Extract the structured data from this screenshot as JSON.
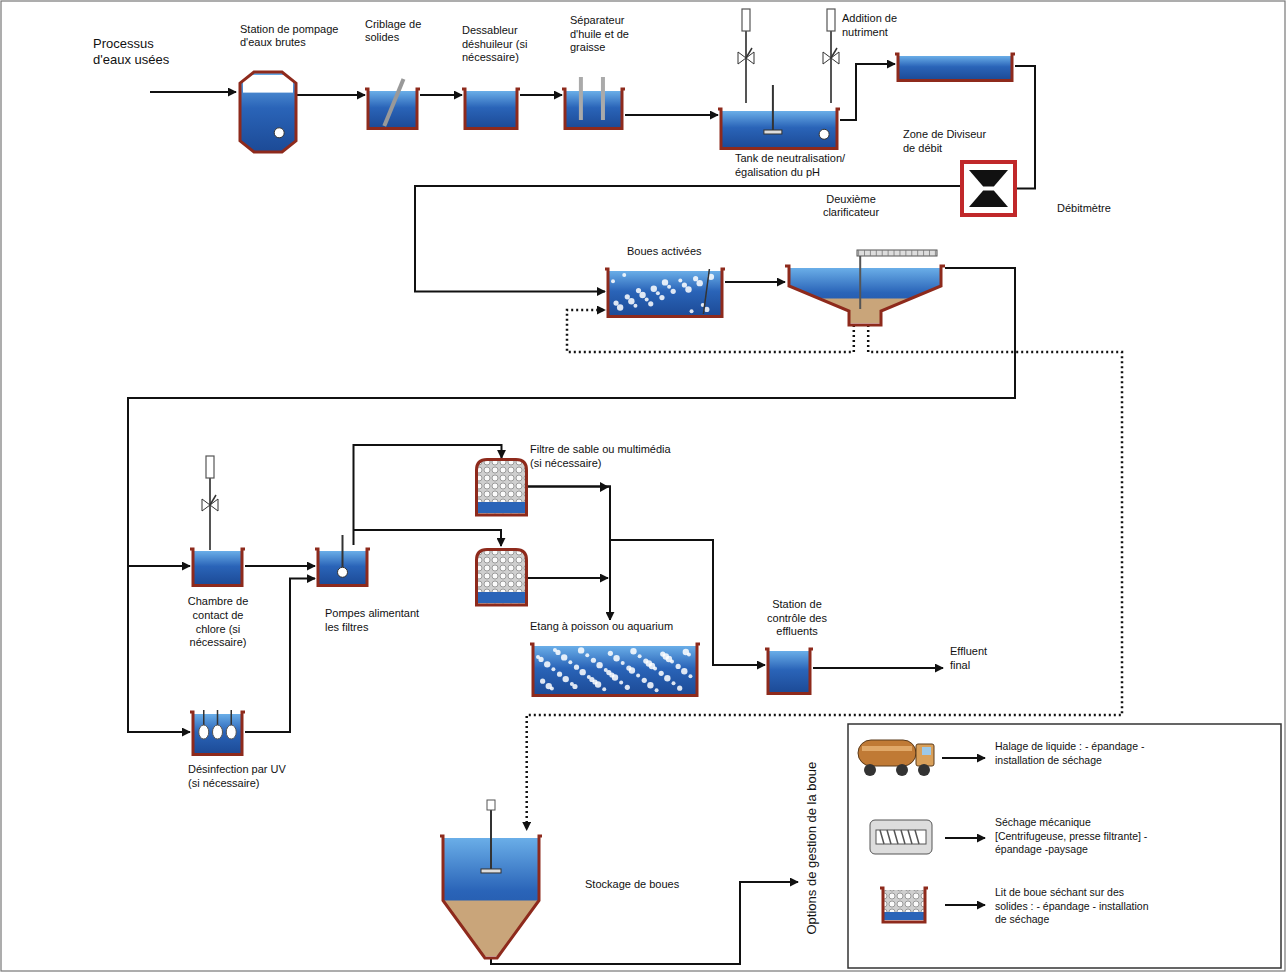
{
  "diagram": {
    "nodes": [
      {
        "text": [
          "Station de pompage d'eaux brutes"
        ]
      },
      {
        "text": [
          "Criblage de solides"
        ]
      },
      {
        "text": [
          "Dessableur déshuileur (si nécessaire)"
        ]
      },
      {
        "text": [
          "Séparateur d'huile et de graisse"
        ]
      },
      {
        "text": [
          "Addition de nutriment",
          "Tank de neutralisation/ égalisation du pH"
        ]
      },
      {
        "text": [
          "Zone de Diviseur de débit"
        ]
      },
      {
        "text": [
          "Débitmètre"
        ]
      },
      {
        "text": [
          "Boues activées"
        ]
      },
      {
        "text": [
          "Deuxième clarificateur"
        ]
      },
      {
        "text": [
          "Chambre de contact de chlore (si nécessaire)"
        ]
      },
      {
        "text": [
          "Désinfection par UV (si nécessaire)"
        ]
      },
      {
        "text": [
          "Pompes alimentant les filtres"
        ]
      },
      {
        "text": [
          "Filtre de sable ou multimédia (si nécessaire)"
        ]
      },
      {
        "text": [
          "Etang à poisson ou aquarium"
        ]
      },
      {
        "text": [
          "Station de contrôle des effluents"
        ]
      },
      {
        "text": [
          "Stockage de boues"
        ]
      }
    ],
    "edges": [
      {
        "from": 0,
        "to": 1,
        "arrow": "to"
      },
      {
        "from": 1,
        "to": 2,
        "arrow": "to"
      },
      {
        "from": 2,
        "to": 3,
        "arrow": "to"
      },
      {
        "from": 3,
        "to": 4,
        "arrow": "to"
      },
      {
        "from": 4,
        "to": 5,
        "arrow": "to"
      },
      {
        "from": 5,
        "to": 6,
        "arrow": "none"
      },
      {
        "from": 6,
        "to": 7,
        "arrow": "to"
      },
      {
        "from": 7,
        "to": 8,
        "arrow": "to"
      },
      {
        "from": 8,
        "to": 7,
        "arrow": "to"
      },
      {
        "from": 8,
        "to": 15,
        "arrow": "to"
      },
      {
        "from": 8,
        "to": 9,
        "arrow": "to"
      },
      {
        "from": 8,
        "to": 10,
        "arrow": "to"
      },
      {
        "from": 9,
        "to": 11,
        "arrow": "to"
      },
      {
        "from": 10,
        "to": 11,
        "arrow": "to"
      },
      {
        "from": 11,
        "to": 12,
        "arrow": "to"
      },
      {
        "from": 12,
        "to": 13,
        "arrow": "to"
      },
      {
        "from": 12,
        "to": 14,
        "arrow": "to"
      }
    ],
    "labels": [
      "Processus d'eaux usées",
      "Effluent final",
      "Options de gestion de la boue"
    ],
    "legend": [
      {
        "text": "Halage de liquide : - épandage - installation de séchage"
      },
      {
        "text": "Séchage mécanique [Centrifugeuse, presse filtrante] - épandage -paysage"
      },
      {
        "text": "Lit de boue séchant sur des solides : - épandage - installation de séchage"
      }
    ]
  }
}
